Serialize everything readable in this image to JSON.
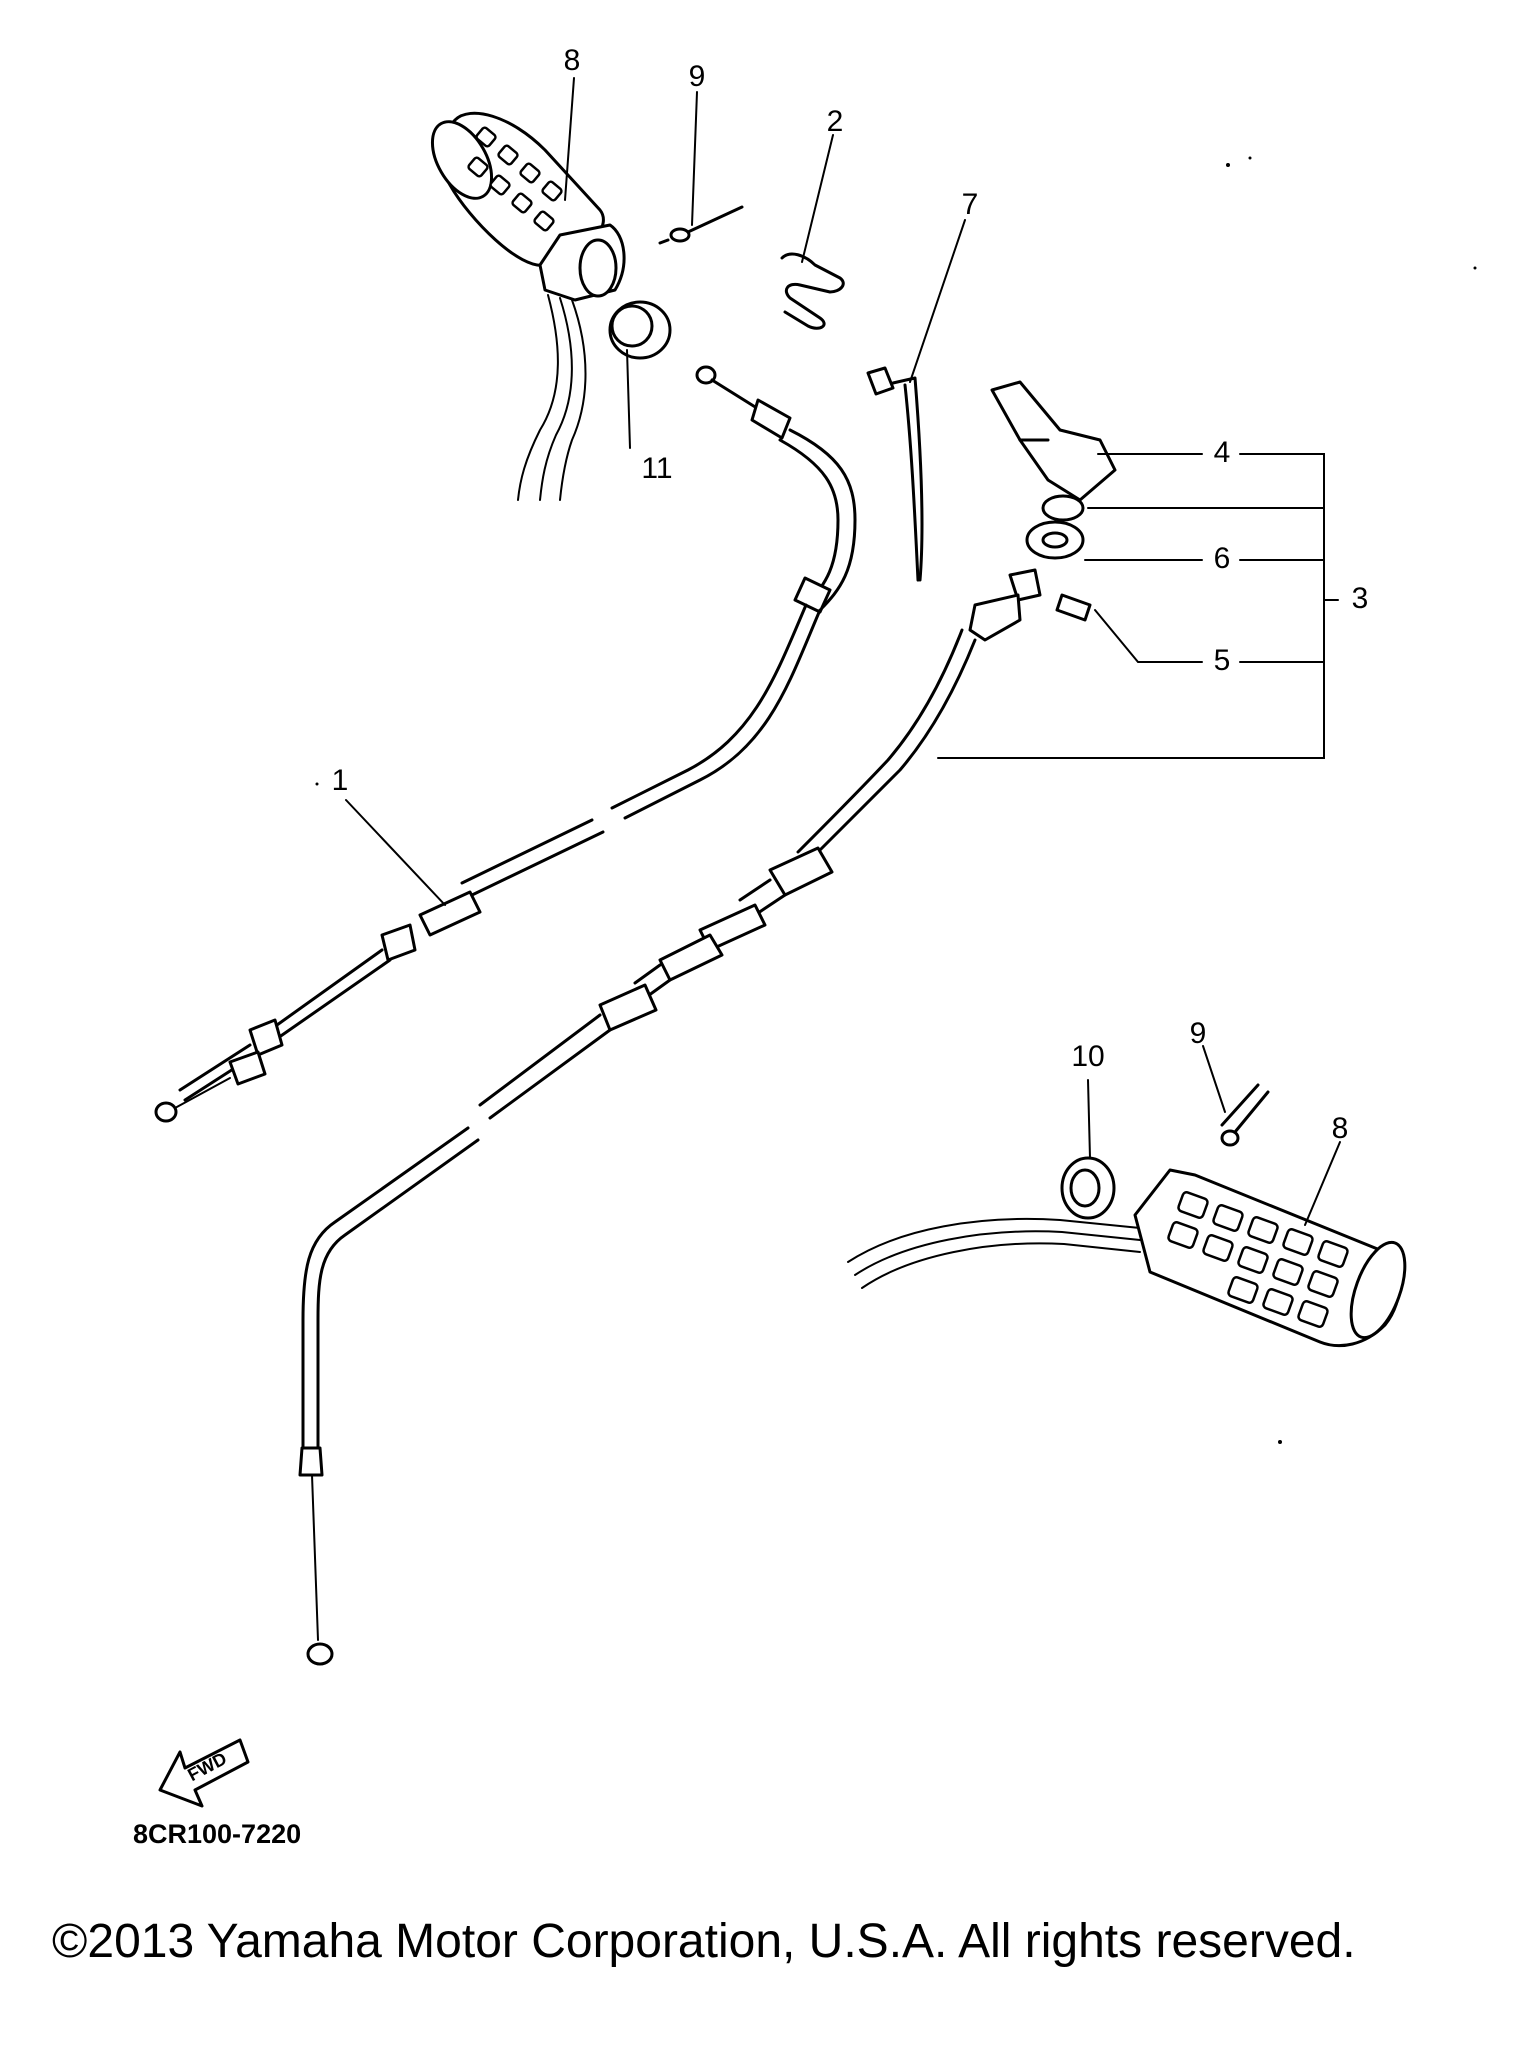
{
  "diagram": {
    "callouts": [
      {
        "id": "c8a",
        "label": "8"
      },
      {
        "id": "c9a",
        "label": "9"
      },
      {
        "id": "c2",
        "label": "2"
      },
      {
        "id": "c7",
        "label": "7"
      },
      {
        "id": "c11",
        "label": "11"
      },
      {
        "id": "c4",
        "label": "4"
      },
      {
        "id": "c6",
        "label": "6"
      },
      {
        "id": "c3",
        "label": "3"
      },
      {
        "id": "c5",
        "label": "5"
      },
      {
        "id": "c1",
        "label": "1"
      },
      {
        "id": "c10",
        "label": "10"
      },
      {
        "id": "c9b",
        "label": "9"
      },
      {
        "id": "c8b",
        "label": "8"
      }
    ],
    "fwd_label": "FWD",
    "part_code": "8CR100-7220"
  },
  "footer": {
    "copyright": "©2013 Yamaha Motor Corporation, U.S.A. All rights reserved."
  }
}
